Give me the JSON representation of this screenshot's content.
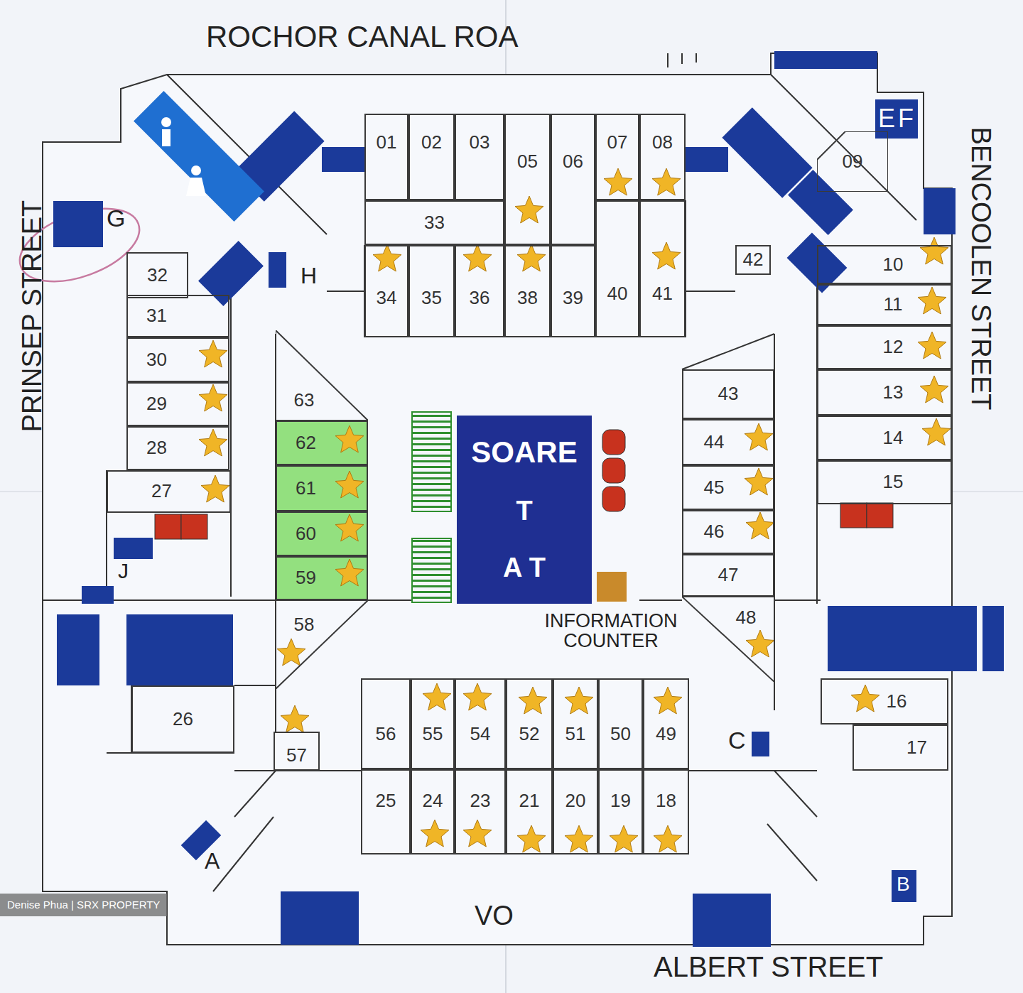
{
  "diagram": {
    "nodes": [
      {
        "text": [
          "01"
        ]
      },
      {
        "text": [
          "02"
        ]
      },
      {
        "text": [
          "03"
        ]
      },
      {
        "text": [
          "05"
        ]
      },
      {
        "text": [
          "06"
        ]
      },
      {
        "text": [
          "07"
        ]
      },
      {
        "text": [
          "08"
        ]
      },
      {
        "text": [
          "09"
        ]
      },
      {
        "text": [
          "33"
        ]
      },
      {
        "text": [
          "32"
        ]
      },
      {
        "text": [
          "42"
        ]
      },
      {
        "text": [
          "10"
        ]
      },
      {
        "text": [
          "34"
        ]
      },
      {
        "text": [
          "35"
        ]
      },
      {
        "text": [
          "36"
        ]
      },
      {
        "text": [
          "38"
        ]
      },
      {
        "text": [
          "39"
        ]
      },
      {
        "text": [
          "40"
        ]
      },
      {
        "text": [
          "41"
        ]
      },
      {
        "text": [
          "31"
        ]
      },
      {
        "text": [
          "11"
        ]
      },
      {
        "text": [
          "30"
        ]
      },
      {
        "text": [
          "12"
        ]
      },
      {
        "text": [
          "63"
        ]
      },
      {
        "text": [
          "43"
        ]
      },
      {
        "text": [
          "29"
        ]
      },
      {
        "text": [
          "13"
        ]
      },
      {
        "text": [
          "14"
        ]
      },
      {
        "text": [
          "28"
        ]
      },
      {
        "text": [
          "44"
        ]
      },
      {
        "text": [
          "62"
        ]
      },
      {
        "text": [
          "61"
        ]
      },
      {
        "text": [
          "45"
        ]
      },
      {
        "text": [
          "27"
        ]
      },
      {
        "text": [
          "15"
        ]
      },
      {
        "text": [
          "46"
        ]
      },
      {
        "text": [
          "60"
        ]
      },
      {
        "text": [
          "SOARE",
          "T",
          "A T"
        ]
      },
      {
        "text": [
          "59"
        ]
      },
      {
        "text": [
          "47"
        ]
      },
      {
        "text": [
          "58"
        ]
      },
      {
        "text": [
          "48"
        ]
      },
      {
        "text": [
          "16"
        ]
      },
      {
        "text": [
          "26"
        ]
      },
      {
        "text": [
          "56"
        ]
      },
      {
        "text": [
          "55"
        ]
      },
      {
        "text": [
          "54"
        ]
      },
      {
        "text": [
          "52"
        ]
      },
      {
        "text": [
          "51"
        ]
      },
      {
        "text": [
          "50"
        ]
      },
      {
        "text": [
          "49"
        ]
      },
      {
        "text": [
          "17"
        ]
      },
      {
        "text": [
          "57"
        ]
      },
      {
        "text": [
          "25"
        ]
      },
      {
        "text": [
          "24"
        ]
      },
      {
        "text": [
          "23"
        ]
      },
      {
        "text": [
          "21"
        ]
      },
      {
        "text": [
          "20"
        ]
      },
      {
        "text": [
          "19"
        ]
      },
      {
        "text": [
          "18"
        ]
      }
    ],
    "labels": [
      "ROCHOR CANAL ROA",
      "E",
      "F",
      "BENCOOLEN STREET",
      "PRINSEP STREET",
      "G",
      "H",
      "J",
      "INFORMATION COUNTER",
      "C",
      "A",
      "B",
      "Denise Phua | SRX PROPERTY",
      "VO",
      "ALBERT STREET"
    ]
  }
}
